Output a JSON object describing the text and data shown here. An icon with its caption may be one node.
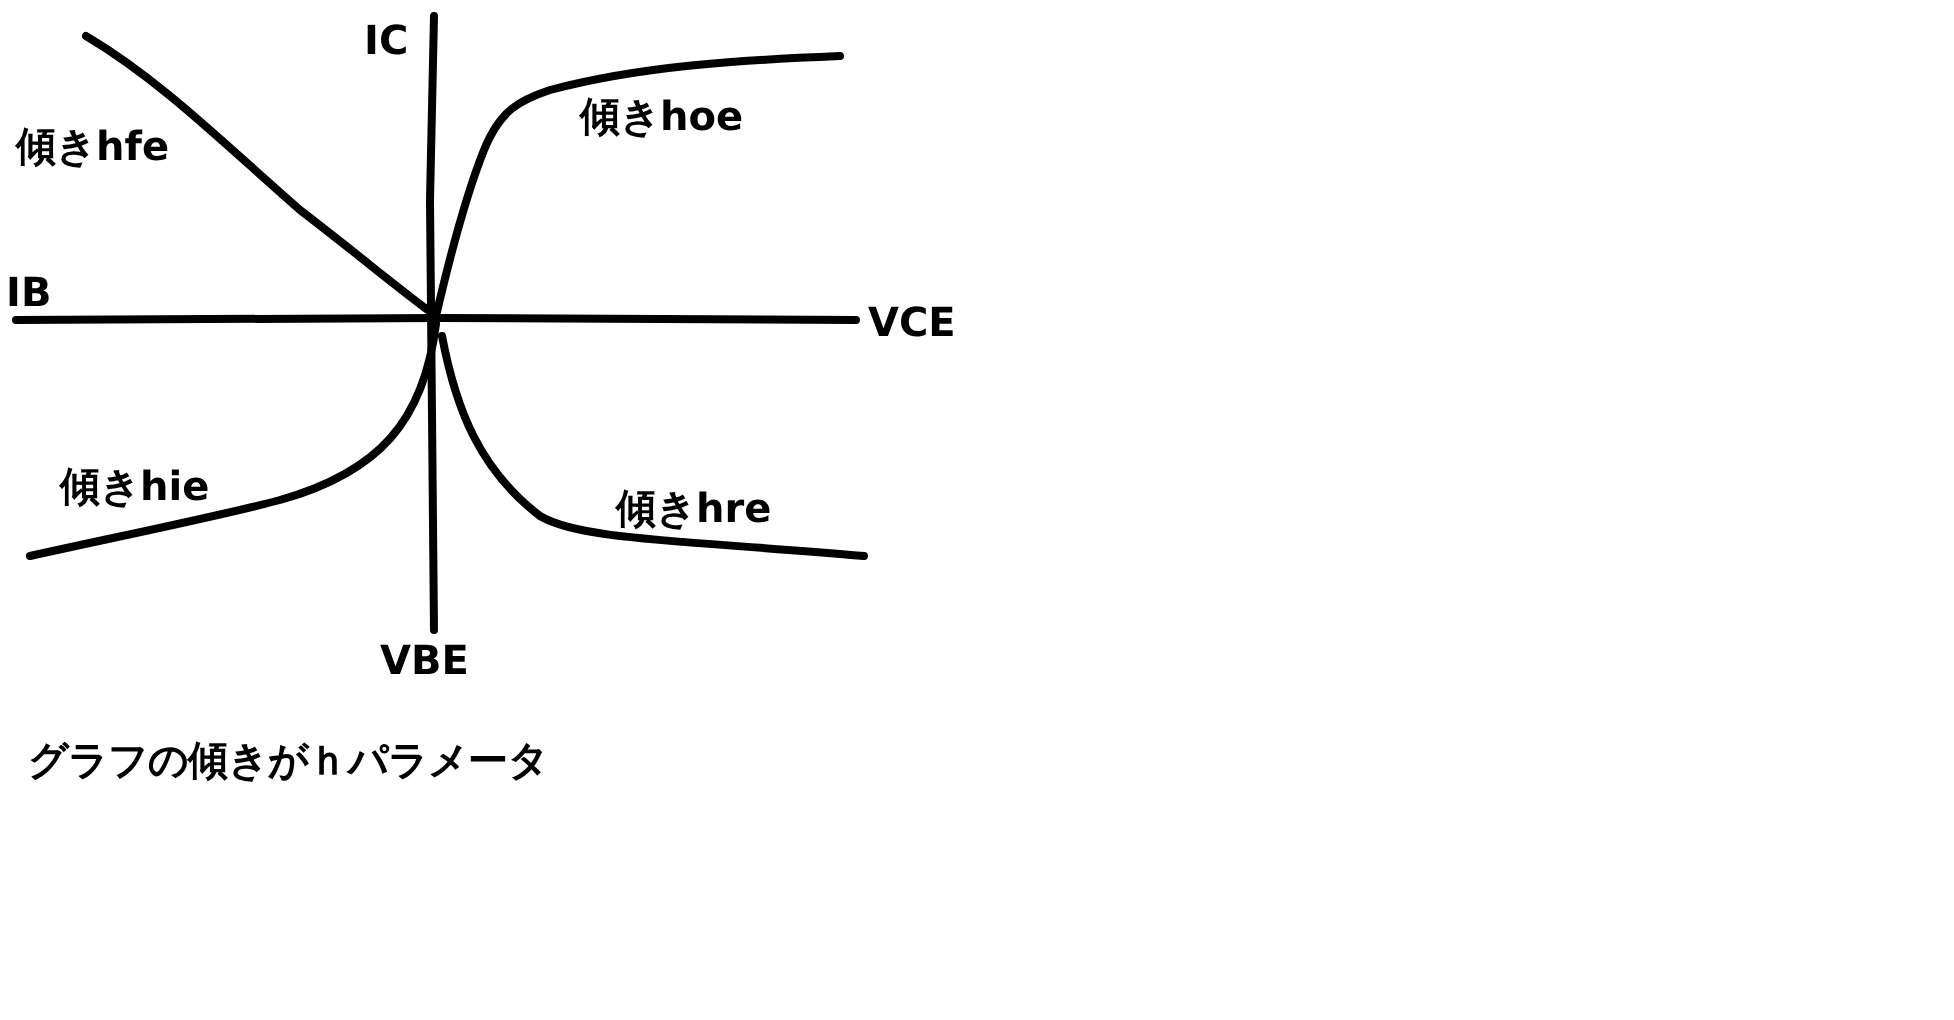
{
  "diagram": {
    "caption": "グラフの傾きがｈパラメータ",
    "labels": [
      "IC",
      "傾きhfe",
      "傾きhoe",
      "IB",
      "VCE",
      "傾きhie",
      "傾きhre",
      "VBE"
    ]
  }
}
